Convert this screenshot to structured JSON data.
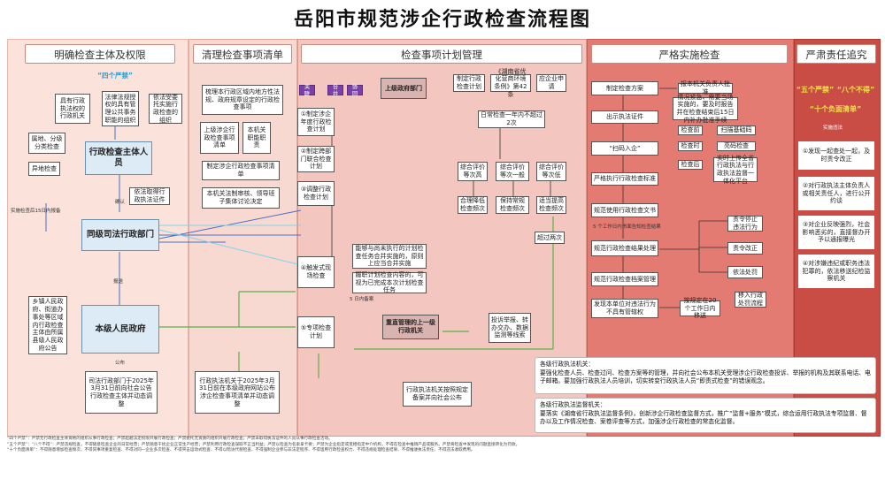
{
  "title": "岳阳市规范涉企行政检查流程图",
  "headers": [
    "明确检查主体及权限",
    "清理检查事项清单",
    "检查事项计划管理",
    "严格实施检查",
    "严肃责任追究"
  ],
  "col1": {
    "four_strict": "“四个严禁”",
    "basis1": "具有行政执法权的行政机关",
    "basis2": "法律法规授权的具有管理公共事务职能的组织",
    "basis3": "依法受委托实施行政检查的组织",
    "territorial": "属地、分级分类检查",
    "remote": "异地检查",
    "subject": "行政检查主体人员",
    "qualified": "依法取得行政执法证件",
    "confirm": "确认",
    "report_label": "实施检查后15日内报备",
    "justice": "同级司法行政部门",
    "report": "报送",
    "people_dept": "乡镇人民政府、街道办事处等区域内行政检查主体由所属县级人民政府公告",
    "gov": "本级人民政府",
    "publish": "公布",
    "pub_note": "司法行政部门于2025年3月31日前向社会公告行政检查主体并动态调整"
  },
  "col2": {
    "clean": "梳理本行政区域内地方性法规、政府规章设定的行政检查事项",
    "upper": "上级涉企行政检查事项清单",
    "dept_review": "本机关职能职责",
    "make_list": "制定涉企行政检查事项清单",
    "legal_review": "本机关法制审核、领导班子集体讨论决定",
    "pub_note": "行政执法机关于2025年3月31日前在本级政府网站公布涉企检查事项清单并动态调整"
  },
  "col3": {
    "tag_plan": "关联",
    "tag_merge": "合并",
    "tag_coop": "协同",
    "upper_dept": "上级政府部门",
    "docs1": "制定行政检查计划",
    "docs2": "《湖南省优化营商环境条例》第42条",
    "docs3": "应企业申请",
    "step1": "①制定涉企年度行政检查计划",
    "step2": "②制定跨部门联合检查计划",
    "step3": "③调整行政检查计划",
    "freq": "日常检查一年内不超过2次",
    "level_a": "综合评价等次高",
    "level_b": "综合评价等次一般",
    "level_c": "综合评价等次低",
    "reduce": "合理降低检查频次",
    "keep": "保持常规检查频次",
    "raise": "适当提高检查频次",
    "over": "超过两次",
    "step4": "④触发式现场检查",
    "trigger1": "能够与尚未执行的计划检查任务合并实施的，原则上应当合并实施",
    "trigger2": "履职计划检查内容的，可视为已完成本次计划检查任务",
    "step5": "⑤专项检查计划",
    "special": "重直管理的上一级行政机关",
    "clue": "投诉举报、转办交办、数据监测等线索",
    "record": "行政执法机关按照规定备案并向社会公布",
    "file_note": "5 日内备案"
  },
  "col4": {
    "s1": "制定检查方案",
    "s1_side": "报本机关负责人批准",
    "s1_side2": "情况紧急、需要当场实施的，要及时报告并在检查结束后15日内补办批准手续",
    "s2": "出示执法证件",
    "s2_a": "检查前",
    "s2_a_txt": "扫描基础码",
    "s2_b": "检查时",
    "s2_b_txt": "亮码检查",
    "s2_c": "检查后",
    "s2_c_txt": "实时上传全省行政执法与行政执法监督一体化平台",
    "s3": "“扫码入企”",
    "s4": "严格执行行政检查标准",
    "s5": "规范使用行政检查文书",
    "s6_note": "5 个工作日内书面告知检查结果",
    "s6": "规范行政检查结果处理",
    "r1": "责令停止违法行为",
    "r2": "责令改正",
    "r3": "依法处罚",
    "r4": "移入行政处罚流程",
    "s7": "规范行政检查档案管理",
    "s8": "发现本单位对违法行为不具有管辖权",
    "s8_side": "按规定在20个工作日内移送"
  },
  "col5": {
    "title1": "“五个严禁”",
    "title2": "“八个不得”",
    "title3": "“十个负面清单”",
    "sub": "实施违法",
    "p1": "①发现一起查处一起，及时责令改正",
    "p2": "②对行政执法主体负责人或相关责任人，进行公开约谈",
    "p3": "③对企业反映强烈，社会影响恶劣的，直接督办开予以通报曝光",
    "p4": "④对涉嫌违纪或职务违法犯罪的，依法移送纪检监察机关"
  },
  "info1": {
    "heading": "各级行政执法机关：",
    "body": "要强化检查人员、检查过问、检查方案等的管理，并向社会公布本机关受理涉企行政检查投诉、举报的机构及其联系电话、电子邮箱。要加强行政执法人员培训，切实转变行政执法人员“即责式检查”的错误观念。"
  },
  "info2": {
    "heading": "各级行政执法监督机关：",
    "body": "要落实《湖南省行政执法监督条例》，创新涉企行政检查监督方式，推广“监督+服务”模式，综合运用行政执法专项监督、督办以及工作情况检查、案卷评查等方式，加强涉企行政检查的常态化监督。"
  },
  "notes": [
    "“四个严禁”：严禁无行政检查主体资格的组织从事行政检查；严禁超越法定权限开展行政检查；严禁委托无资质的组织开展行政检查；严禁未取得执法证件的人员从事行政检查活动。",
    "“五个严禁”：“八个不得”：严禁违规检查，不得随意检查企业的日常经营；严禁随意干扰企业正常生产经营；严禁利用行政检查谋取不正当利益；严禁以检查为名索拿卡要；严禁为企业指定或变相指定中介机构，不得在检查中推销产品或服务。严禁将检查中发现的问题直接转化为罚款。",
    "“十个负面清单”：不得随意增加检查频次、不得同事项重复检查、不得对同一企业多次检查、不得突击运动式检查、不得以暗访代替检查、不得强制企业参与非法定程序、不得滥用行政检查权力、不得违规处理检查结果、不得推诿执法责任、不得违法收取费用。"
  ],
  "colors": {
    "purple": "#7b3fa8",
    "green": "#5bb04a",
    "blue": "#4a6fc4",
    "cyan": "#7fd3e8",
    "yellow": "#f5e34a"
  }
}
